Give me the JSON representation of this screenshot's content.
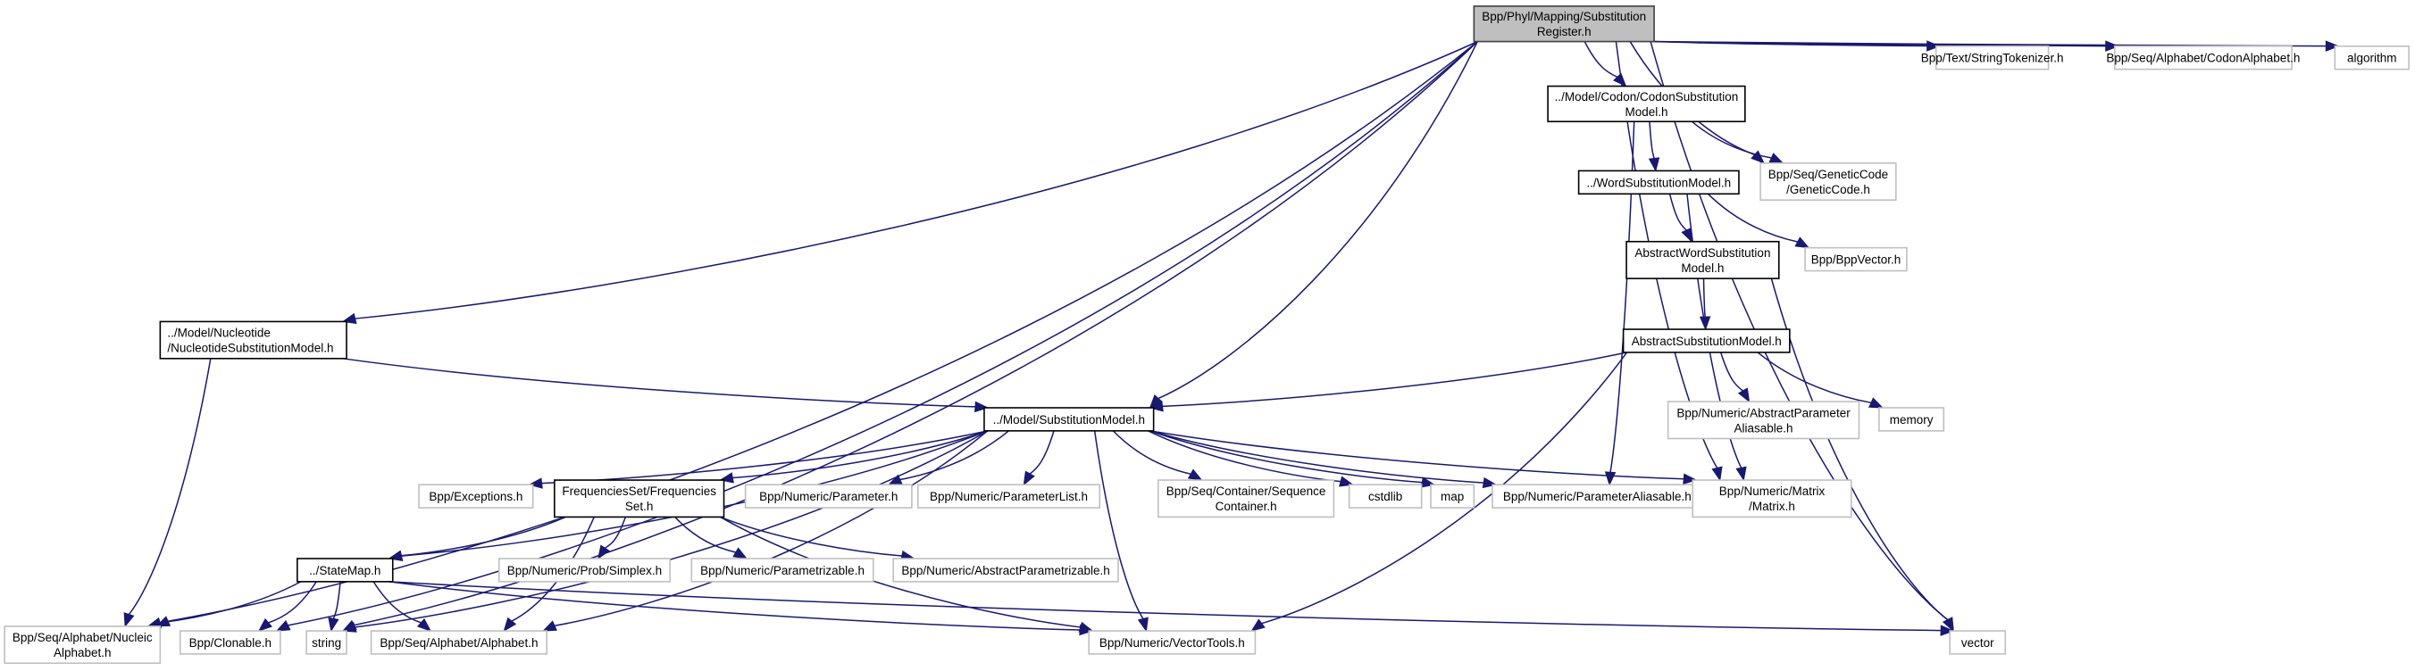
{
  "title": "Include dependency graph for SubstitutionRegister.h",
  "colors": {
    "edge": "#191970",
    "root_fill": "#bfbfbf",
    "root_border": "#404040",
    "documented_border": "#000000",
    "external_border": "#bfbfbf",
    "node_fill": "#ffffff"
  },
  "nodes": [
    {
      "id": "root",
      "kind": "root",
      "lines": [
        "Bpp/Phyl/Mapping/Substitution",
        "Register.h"
      ]
    },
    {
      "id": "codonsm",
      "kind": "documented",
      "lines": [
        "../Model/Codon/CodonSubstitution",
        "Model.h"
      ]
    },
    {
      "id": "tokenizer",
      "kind": "external",
      "lines": [
        "Bpp/Text/StringTokenizer.h"
      ]
    },
    {
      "id": "codonalpha",
      "kind": "external",
      "lines": [
        "Bpp/Seq/Alphabet/CodonAlphabet.h"
      ]
    },
    {
      "id": "algorithm",
      "kind": "external",
      "lines": [
        "algorithm"
      ]
    },
    {
      "id": "geneticcode",
      "kind": "external",
      "lines": [
        "Bpp/Seq/GeneticCode",
        "/GeneticCode.h"
      ]
    },
    {
      "id": "wordsm",
      "kind": "documented",
      "lines": [
        "../WordSubstitutionModel.h"
      ]
    },
    {
      "id": "bppvector",
      "kind": "external",
      "lines": [
        "Bpp/BppVector.h"
      ]
    },
    {
      "id": "abswordsm",
      "kind": "documented",
      "lines": [
        "AbstractWordSubstitution",
        "Model.h"
      ]
    },
    {
      "id": "abssm",
      "kind": "documented",
      "lines": [
        "AbstractSubstitutionModel.h"
      ]
    },
    {
      "id": "nucsm",
      "kind": "documented",
      "lines": [
        "../Model/Nucleotide",
        "/NucleotideSubstitutionModel.h"
      ],
      "align": "left"
    },
    {
      "id": "sm",
      "kind": "documented",
      "lines": [
        "../Model/SubstitutionModel.h"
      ]
    },
    {
      "id": "absparamalias",
      "kind": "external",
      "lines": [
        "Bpp/Numeric/AbstractParameter",
        "Aliasable.h"
      ]
    },
    {
      "id": "memory",
      "kind": "external",
      "lines": [
        "memory"
      ]
    },
    {
      "id": "exceptions",
      "kind": "external",
      "lines": [
        "Bpp/Exceptions.h"
      ]
    },
    {
      "id": "freqset",
      "kind": "documented",
      "lines": [
        "FrequenciesSet/Frequencies",
        "Set.h"
      ]
    },
    {
      "id": "parameter",
      "kind": "external",
      "lines": [
        "Bpp/Numeric/Parameter.h"
      ]
    },
    {
      "id": "paramlist",
      "kind": "external",
      "lines": [
        "Bpp/Numeric/ParameterList.h"
      ]
    },
    {
      "id": "seqcontainer",
      "kind": "external",
      "lines": [
        "Bpp/Seq/Container/Sequence",
        "Container.h"
      ]
    },
    {
      "id": "cstdlib",
      "kind": "external",
      "lines": [
        "cstdlib"
      ]
    },
    {
      "id": "map",
      "kind": "external",
      "lines": [
        "map"
      ]
    },
    {
      "id": "paramalias",
      "kind": "external",
      "lines": [
        "Bpp/Numeric/ParameterAliasable.h"
      ]
    },
    {
      "id": "matrix",
      "kind": "external",
      "lines": [
        "Bpp/Numeric/Matrix",
        "/Matrix.h"
      ]
    },
    {
      "id": "statemap",
      "kind": "documented",
      "lines": [
        "../StateMap.h"
      ]
    },
    {
      "id": "simplex",
      "kind": "external",
      "lines": [
        "Bpp/Numeric/Prob/Simplex.h"
      ]
    },
    {
      "id": "parametrizable",
      "kind": "external",
      "lines": [
        "Bpp/Numeric/Parametrizable.h"
      ]
    },
    {
      "id": "absparametrizable",
      "kind": "external",
      "lines": [
        "Bpp/Numeric/AbstractParametrizable.h"
      ]
    },
    {
      "id": "nucalpha",
      "kind": "external",
      "lines": [
        "Bpp/Seq/Alphabet/Nucleic",
        "Alphabet.h"
      ]
    },
    {
      "id": "clonable",
      "kind": "external",
      "lines": [
        "Bpp/Clonable.h"
      ]
    },
    {
      "id": "string",
      "kind": "external",
      "lines": [
        "string"
      ]
    },
    {
      "id": "alphabet",
      "kind": "external",
      "lines": [
        "Bpp/Seq/Alphabet/Alphabet.h"
      ]
    },
    {
      "id": "vectortools",
      "kind": "external",
      "lines": [
        "Bpp/Numeric/VectorTools.h"
      ]
    },
    {
      "id": "vector",
      "kind": "external",
      "lines": [
        "vector"
      ]
    }
  ],
  "edges": [
    [
      "root",
      "codonsm"
    ],
    [
      "root",
      "tokenizer"
    ],
    [
      "root",
      "codonalpha"
    ],
    [
      "root",
      "algorithm"
    ],
    [
      "root",
      "geneticcode"
    ],
    [
      "root",
      "nucsm"
    ],
    [
      "root",
      "sm"
    ],
    [
      "root",
      "matrix"
    ],
    [
      "root",
      "vector"
    ],
    [
      "root",
      "string"
    ],
    [
      "root",
      "clonable"
    ],
    [
      "root",
      "nucalpha"
    ],
    [
      "codonsm",
      "geneticcode"
    ],
    [
      "codonsm",
      "wordsm"
    ],
    [
      "codonsm",
      "paramalias"
    ],
    [
      "wordsm",
      "abswordsm"
    ],
    [
      "wordsm",
      "bppvector"
    ],
    [
      "wordsm",
      "matrix"
    ],
    [
      "abswordsm",
      "abssm"
    ],
    [
      "abswordsm",
      "vector"
    ],
    [
      "abssm",
      "sm"
    ],
    [
      "abssm",
      "absparamalias"
    ],
    [
      "abssm",
      "memory"
    ],
    [
      "abssm",
      "vectortools"
    ],
    [
      "nucsm",
      "sm"
    ],
    [
      "nucsm",
      "nucalpha"
    ],
    [
      "sm",
      "exceptions"
    ],
    [
      "sm",
      "freqset"
    ],
    [
      "sm",
      "parameter"
    ],
    [
      "sm",
      "paramlist"
    ],
    [
      "sm",
      "seqcontainer"
    ],
    [
      "sm",
      "cstdlib"
    ],
    [
      "sm",
      "map"
    ],
    [
      "sm",
      "paramalias"
    ],
    [
      "sm",
      "matrix"
    ],
    [
      "sm",
      "statemap"
    ],
    [
      "sm",
      "string"
    ],
    [
      "sm",
      "alphabet"
    ],
    [
      "sm",
      "vectortools"
    ],
    [
      "freqset",
      "statemap"
    ],
    [
      "freqset",
      "simplex"
    ],
    [
      "freqset",
      "parametrizable"
    ],
    [
      "freqset",
      "absparametrizable"
    ],
    [
      "freqset",
      "alphabet"
    ],
    [
      "freqset",
      "vectortools"
    ],
    [
      "statemap",
      "nucalpha"
    ],
    [
      "statemap",
      "clonable"
    ],
    [
      "statemap",
      "string"
    ],
    [
      "statemap",
      "alphabet"
    ],
    [
      "statemap",
      "vectortools"
    ],
    [
      "statemap",
      "vector"
    ]
  ]
}
